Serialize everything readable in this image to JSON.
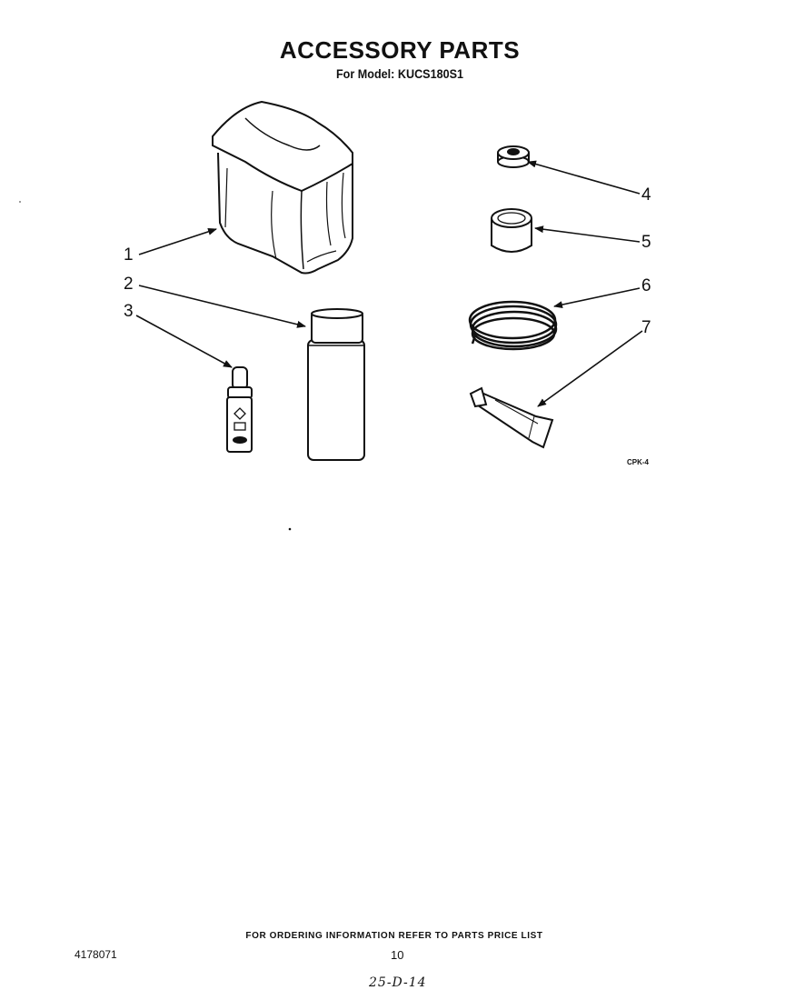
{
  "header": {
    "title": "ACCESSORY PARTS",
    "subtitle": "For Model: KUCS180S1"
  },
  "callouts": [
    "1",
    "2",
    "3",
    "4",
    "5",
    "6",
    "7"
  ],
  "diagram_code": "CPK-4",
  "footer": {
    "ordering_note": "FOR ORDERING INFORMATION REFER TO PARTS PRICE LIST",
    "document_number": "4178071",
    "page_number": "10",
    "handwritten_note": "25-D-14"
  }
}
